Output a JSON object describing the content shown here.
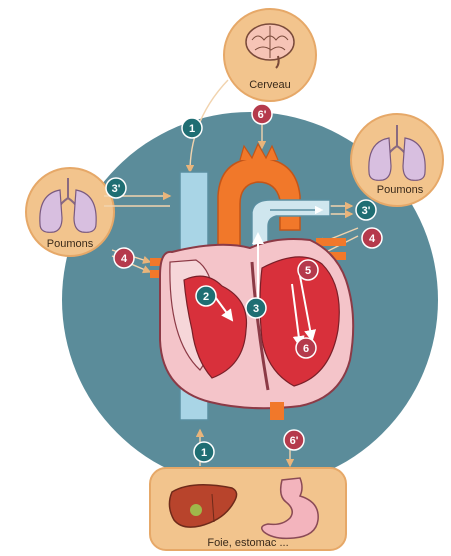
{
  "labels": {
    "brain": "Cerveau",
    "lungs_left": "Poumons",
    "lungs_right": "Poumons",
    "organs_bottom": "Foie, estomac ..."
  },
  "badges": {
    "b1_top": "1",
    "b6p_top": "6'",
    "b3p_left": "3'",
    "b3p_right": "3'",
    "b4_left": "4",
    "b4_right": "4",
    "b2": "2",
    "b3": "3",
    "b5": "5",
    "b6": "6",
    "b1_bottom": "1",
    "b6p_bottom": "6'"
  },
  "colors": {
    "background_circle": "#5b8c9a",
    "panel": "#f2c48d",
    "oxygen_poor": "#a9d5e6",
    "oxygen_rich": "#d8303b",
    "aorta": "#f1782a",
    "badge_teal": "#1f6e73",
    "badge_red": "#b53a4c"
  }
}
